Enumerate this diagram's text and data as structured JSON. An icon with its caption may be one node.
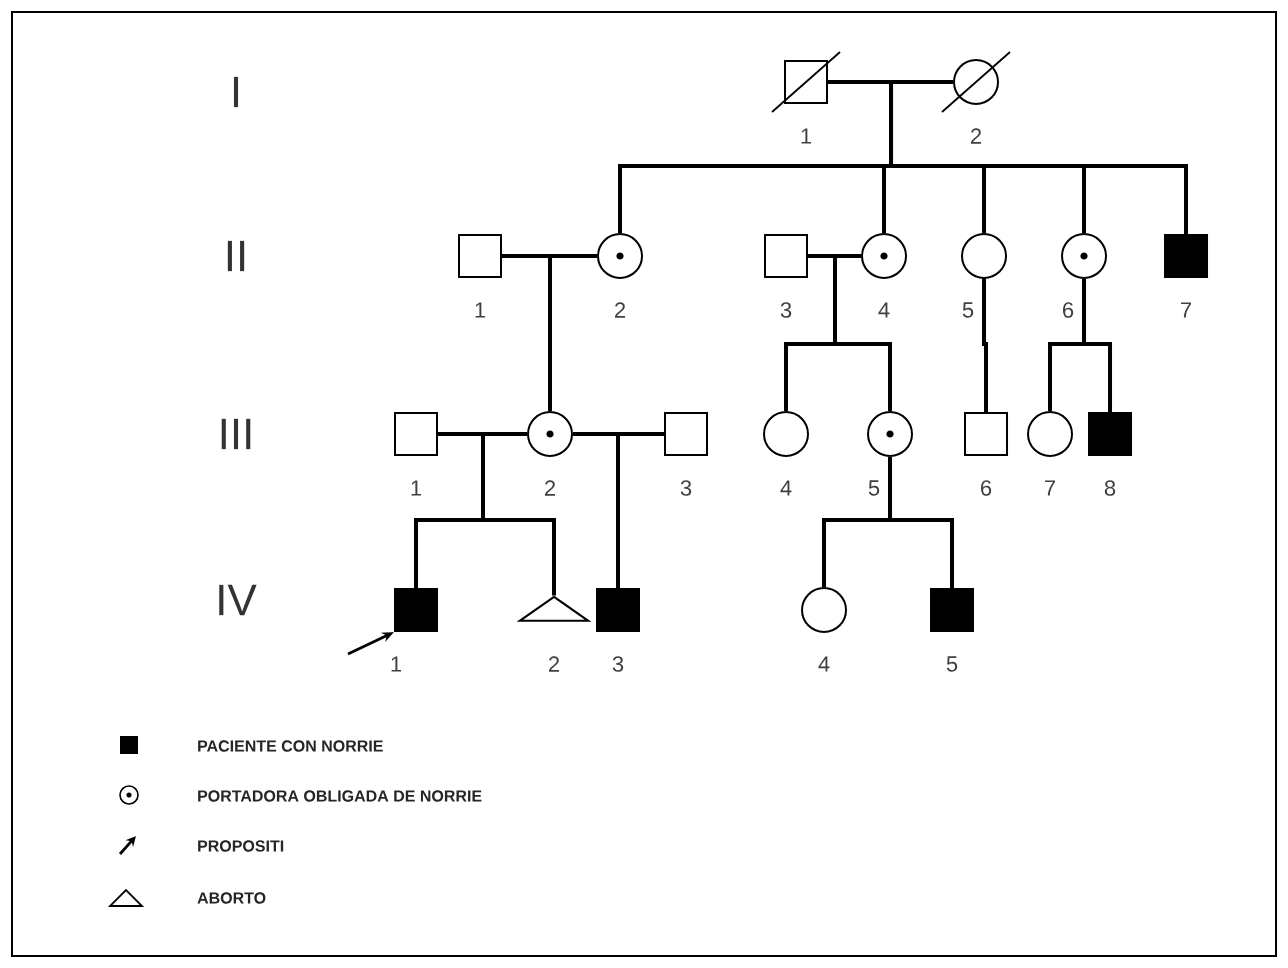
{
  "diagram": {
    "nodes": [
      {
        "text": [],
        "shape": "box",
        "beside": [
          "1"
        ]
      },
      {
        "text": [],
        "shape": "circle",
        "beside": [
          "2"
        ]
      },
      {
        "text": [],
        "shape": "box",
        "beside": [
          "1"
        ]
      },
      {
        "text": [],
        "shape": "circle",
        "beside": [
          "2"
        ]
      },
      {
        "text": [],
        "shape": "box",
        "beside": [
          "3"
        ]
      },
      {
        "text": [],
        "shape": "circle",
        "beside": [
          "4"
        ]
      },
      {
        "text": [],
        "shape": "circle",
        "beside": [
          "5"
        ]
      },
      {
        "text": [],
        "shape": "circle",
        "beside": [
          "6"
        ]
      },
      {
        "text": [],
        "shape": "box",
        "beside": [
          "7"
        ]
      },
      {
        "text": [],
        "shape": "box",
        "beside": [
          "1"
        ]
      },
      {
        "text": [],
        "shape": "circle",
        "beside": [
          "2"
        ]
      },
      {
        "text": [],
        "shape": "box",
        "beside": [
          "3"
        ]
      },
      {
        "text": [],
        "shape": "circle",
        "beside": [
          "4"
        ]
      },
      {
        "text": [],
        "shape": "circle",
        "beside": [
          "5"
        ]
      },
      {
        "text": [],
        "shape": "box",
        "beside": [
          "6"
        ]
      },
      {
        "text": [],
        "shape": "circle",
        "beside": [
          "7"
        ]
      },
      {
        "text": [],
        "shape": "box",
        "beside": [
          "8"
        ]
      },
      {
        "text": [],
        "shape": "box",
        "beside": [
          "1"
        ]
      },
      {
        "text": [],
        "shape": "triangle",
        "beside": [
          "2"
        ]
      },
      {
        "text": [],
        "shape": "box",
        "beside": [
          "3"
        ]
      },
      {
        "text": [],
        "shape": "circle",
        "beside": [
          "4"
        ]
      },
      {
        "text": [],
        "shape": "box",
        "beside": [
          "5"
        ]
      }
    ],
    "edges": [
      {
        "from": 0,
        "to": 1,
        "arrow": "none"
      },
      {
        "from": 2,
        "to": 3,
        "arrow": "none"
      },
      {
        "from": 4,
        "to": 5,
        "arrow": "none"
      },
      {
        "from": 9,
        "to": 10,
        "arrow": "none"
      },
      {
        "from": 10,
        "to": 11,
        "arrow": "none"
      },
      {
        "from": 1,
        "to": 3,
        "arrow": "none"
      },
      {
        "from": 1,
        "to": 5,
        "arrow": "none"
      },
      {
        "from": 1,
        "to": 6,
        "arrow": "none"
      },
      {
        "from": 1,
        "to": 7,
        "arrow": "none"
      },
      {
        "from": 1,
        "to": 8,
        "arrow": "none"
      },
      {
        "from": 3,
        "to": 10,
        "arrow": "none"
      },
      {
        "from": 5,
        "to": 12,
        "arrow": "none"
      },
      {
        "from": 5,
        "to": 13,
        "arrow": "none"
      },
      {
        "from": 6,
        "to": 14,
        "arrow": "none"
      },
      {
        "from": 7,
        "to": 15,
        "arrow": "none"
      },
      {
        "from": 7,
        "to": 16,
        "arrow": "none"
      },
      {
        "from": 10,
        "to": 17,
        "arrow": "none"
      },
      {
        "from": 10,
        "to": 18,
        "arrow": "none"
      },
      {
        "from": 10,
        "to": 19,
        "arrow": "none"
      },
      {
        "from": 13,
        "to": 20,
        "arrow": "none"
      },
      {
        "from": 13,
        "to": 21,
        "arrow": "none"
      },
      {
        "from": null,
        "to": 17,
        "arrow": "to"
      }
    ],
    "labels": [
      "I",
      "II",
      "III",
      "IV"
    ],
    "legend": [
      {
        "text": "PACIENTE CON NORRIE"
      },
      {
        "text": "PORTADORA OBLIGADA DE NORRIE"
      },
      {
        "text": "PROPOSITI"
      },
      {
        "text": "ABORTO"
      }
    ]
  }
}
